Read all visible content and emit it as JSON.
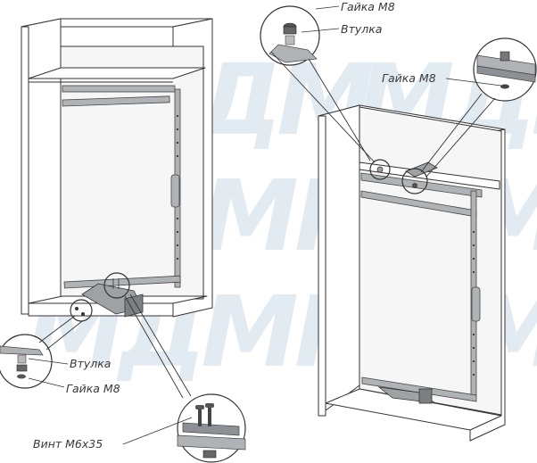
{
  "watermark": "МДМ",
  "labels": {
    "nut_top": "Гайка М8",
    "bushing_top": "Втулка",
    "nut_right": "Гайка М8",
    "bushing_left": "Втулка",
    "nut_left": "Гайка М8",
    "screw_bottom": "Винт М6х35"
  },
  "colors": {
    "line": "#333333",
    "panel": "#ffffff",
    "interior": "#f3f3f3",
    "frame": "#a9abad",
    "watermark": "#dfe8f1"
  }
}
